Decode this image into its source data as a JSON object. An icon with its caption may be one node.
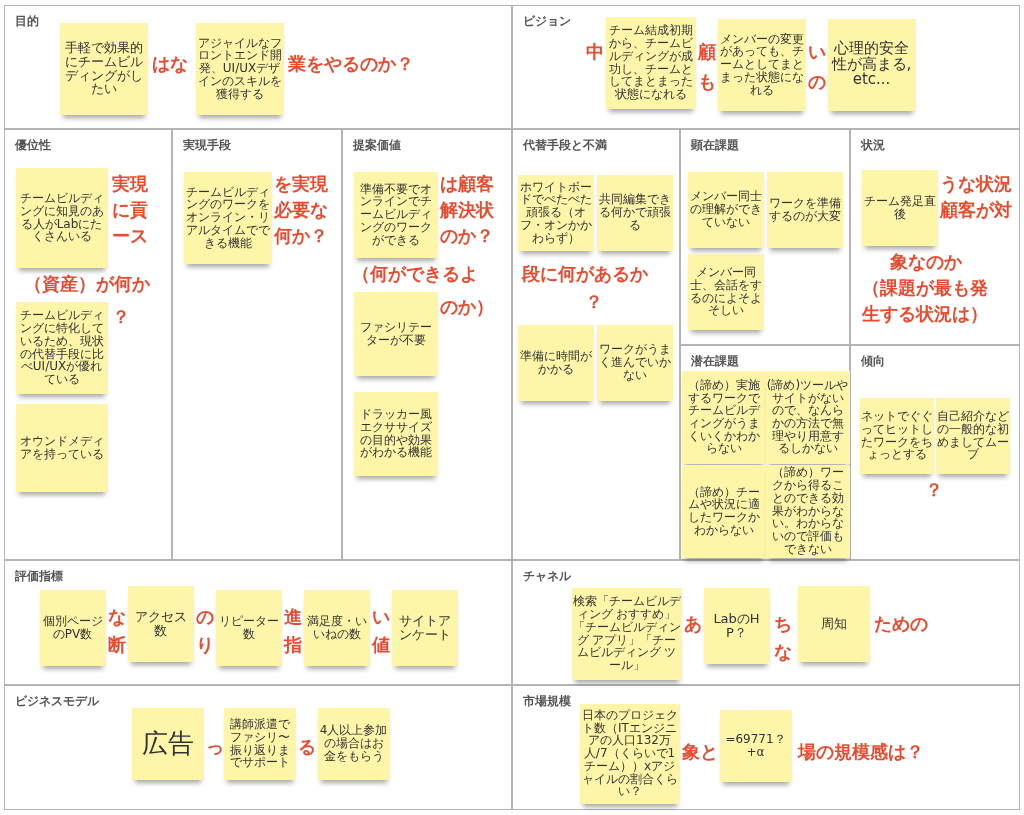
{
  "diagram": {
    "nodes": [
      {
        "text": [
          "目的"
        ]
      },
      {
        "text": [
          "手軽で効果的にチームビルディングがしたい"
        ],
        "in": 0
      },
      {
        "text": [
          "アジャイルなフロントエンド開発、UI/UXデザインのスキルを獲得する"
        ],
        "in": 0
      },
      {
        "text": [
          "ビジョン"
        ]
      },
      {
        "text": [
          "チーム結成初期から、チームビルディングが成功し、チームとしてまとまった状態になれる"
        ],
        "in": 3
      },
      {
        "text": [
          "メンバーの変更があっても、チームとしてまとまった状態になれる"
        ],
        "in": 3
      },
      {
        "text": [
          "心理的安全性が高まる,etc..."
        ],
        "in": 3
      },
      {
        "text": [
          "優位性"
        ]
      },
      {
        "text": [
          "チームビルディングに知見のある人がLabにたくさんいる"
        ],
        "in": 7
      },
      {
        "text": [
          "チームビルディングに特化しているため、現状の代替手段に比べUI/UXが優れている"
        ],
        "in": 7
      },
      {
        "text": [
          "オウンドメディアを持っている"
        ],
        "in": 7
      },
      {
        "text": [
          "実現手段"
        ]
      },
      {
        "text": [
          "チームビルディングのワークをオンライン・リアルタイムでできる機能"
        ],
        "in": 11
      },
      {
        "text": [
          "提案価値"
        ]
      },
      {
        "text": [
          "準備不要でオンラインでチームビルディングのワークができる"
        ],
        "in": 13
      },
      {
        "text": [
          "ファシリテーターが不要"
        ],
        "in": 13
      },
      {
        "text": [
          "ドラッカー風エクササイズの目的や効果がわかる機能"
        ],
        "in": 13
      },
      {
        "text": [
          "代替手段と不満"
        ]
      },
      {
        "text": [
          "ホワイトボードでぺたぺた頑張る（オフ・オンかかわらず）"
        ],
        "in": 17
      },
      {
        "text": [
          "共同編集できる何かで頑張る"
        ],
        "in": 17
      },
      {
        "text": [
          "準備に時間がかかる"
        ],
        "in": 17
      },
      {
        "text": [
          "ワークがうまく進んでいかない"
        ],
        "in": 17
      },
      {
        "text": [
          "顕在課題"
        ]
      },
      {
        "text": [
          "メンバー同士の理解ができていない"
        ],
        "in": 22
      },
      {
        "text": [
          "ワークを準備するのが大変"
        ],
        "in": 22
      },
      {
        "text": [
          "メンバー同士、会話をするのによそよそしい"
        ],
        "in": 22
      },
      {
        "text": [
          "状況"
        ]
      },
      {
        "text": [
          "チーム発足直後"
        ],
        "in": 26
      },
      {
        "text": [
          "潜在課題"
        ]
      },
      {
        "text": [
          "（諦め）実施するワークでチームビルディングがうまくいくかわからない"
        ],
        "in": 28
      },
      {
        "text": [
          "(諦め)ツールやサイトがないので、なんらかの方法で無理やり用意するしかない"
        ],
        "in": 28
      },
      {
        "text": [
          "（諦め）チームや状況に適したワークかわからない"
        ],
        "in": 28
      },
      {
        "text": [
          "（諦め）ワークから得ることのできる効果がわからない。わからないので評価もできない"
        ],
        "in": 28
      },
      {
        "text": [
          "傾向"
        ]
      },
      {
        "text": [
          "ネットでぐぐってヒットしたワークをちょっとする"
        ],
        "in": 33
      },
      {
        "text": [
          "自己紹介などの一般的な初めましてムーブ"
        ],
        "in": 33
      },
      {
        "text": [
          "評価指標"
        ]
      },
      {
        "text": [
          "個別ページのPV数"
        ],
        "in": 36
      },
      {
        "text": [
          "アクセス数"
        ],
        "in": 36
      },
      {
        "text": [
          "リピーター数"
        ],
        "in": 36
      },
      {
        "text": [
          "満足度・いいねの数"
        ],
        "in": 36
      },
      {
        "text": [
          "サイトアンケート"
        ],
        "in": 36
      },
      {
        "text": [
          "チャネル"
        ]
      },
      {
        "text": [
          "検索「チームビルディング おすすめ」「チームビルディング アプリ」「チームビルディング ツール」"
        ],
        "in": 42
      },
      {
        "text": [
          "LabのHP？"
        ],
        "in": 42
      },
      {
        "text": [
          "周知"
        ],
        "in": 42
      },
      {
        "text": [
          "ビジネスモデル"
        ]
      },
      {
        "text": [
          "広告"
        ],
        "in": 46
      },
      {
        "text": [
          "講師派遣でファシリ〜振り返りまでサポート"
        ],
        "in": 46
      },
      {
        "text": [
          "4人以上参加の場合はお金をもらう"
        ],
        "in": 46
      },
      {
        "text": [
          "市場規模"
        ]
      },
      {
        "text": [
          "日本のプロジェクト数（ITエンジニアの人口132万人/7（くらいで1チーム））xアジャイルの割合くらい？"
        ],
        "in": 50
      },
      {
        "text": [
          "=69771？+α"
        ],
        "in": 50
      }
    ],
    "labels": [
      "はな",
      "業をやるのか？",
      "中",
      "顧",
      "い",
      "も",
      "の",
      "実現",
      "に貢",
      "ース",
      "（資産）が何か",
      "？",
      "を実現",
      "必要な",
      "何か？",
      "は顧客",
      "解決状",
      "のか？",
      "（何ができるよ",
      "のか）",
      "段に何があるか",
      "？",
      "うな状況",
      "顧客が対",
      "象なのか",
      "（課題が最も発",
      "生する状況は）",
      "？",
      "な",
      "断",
      "の",
      "り",
      "進",
      "指",
      "い",
      "値",
      "あ",
      "ち",
      "な",
      "ための",
      "っ",
      "る",
      "象と",
      "場の規模感は？"
    ]
  }
}
